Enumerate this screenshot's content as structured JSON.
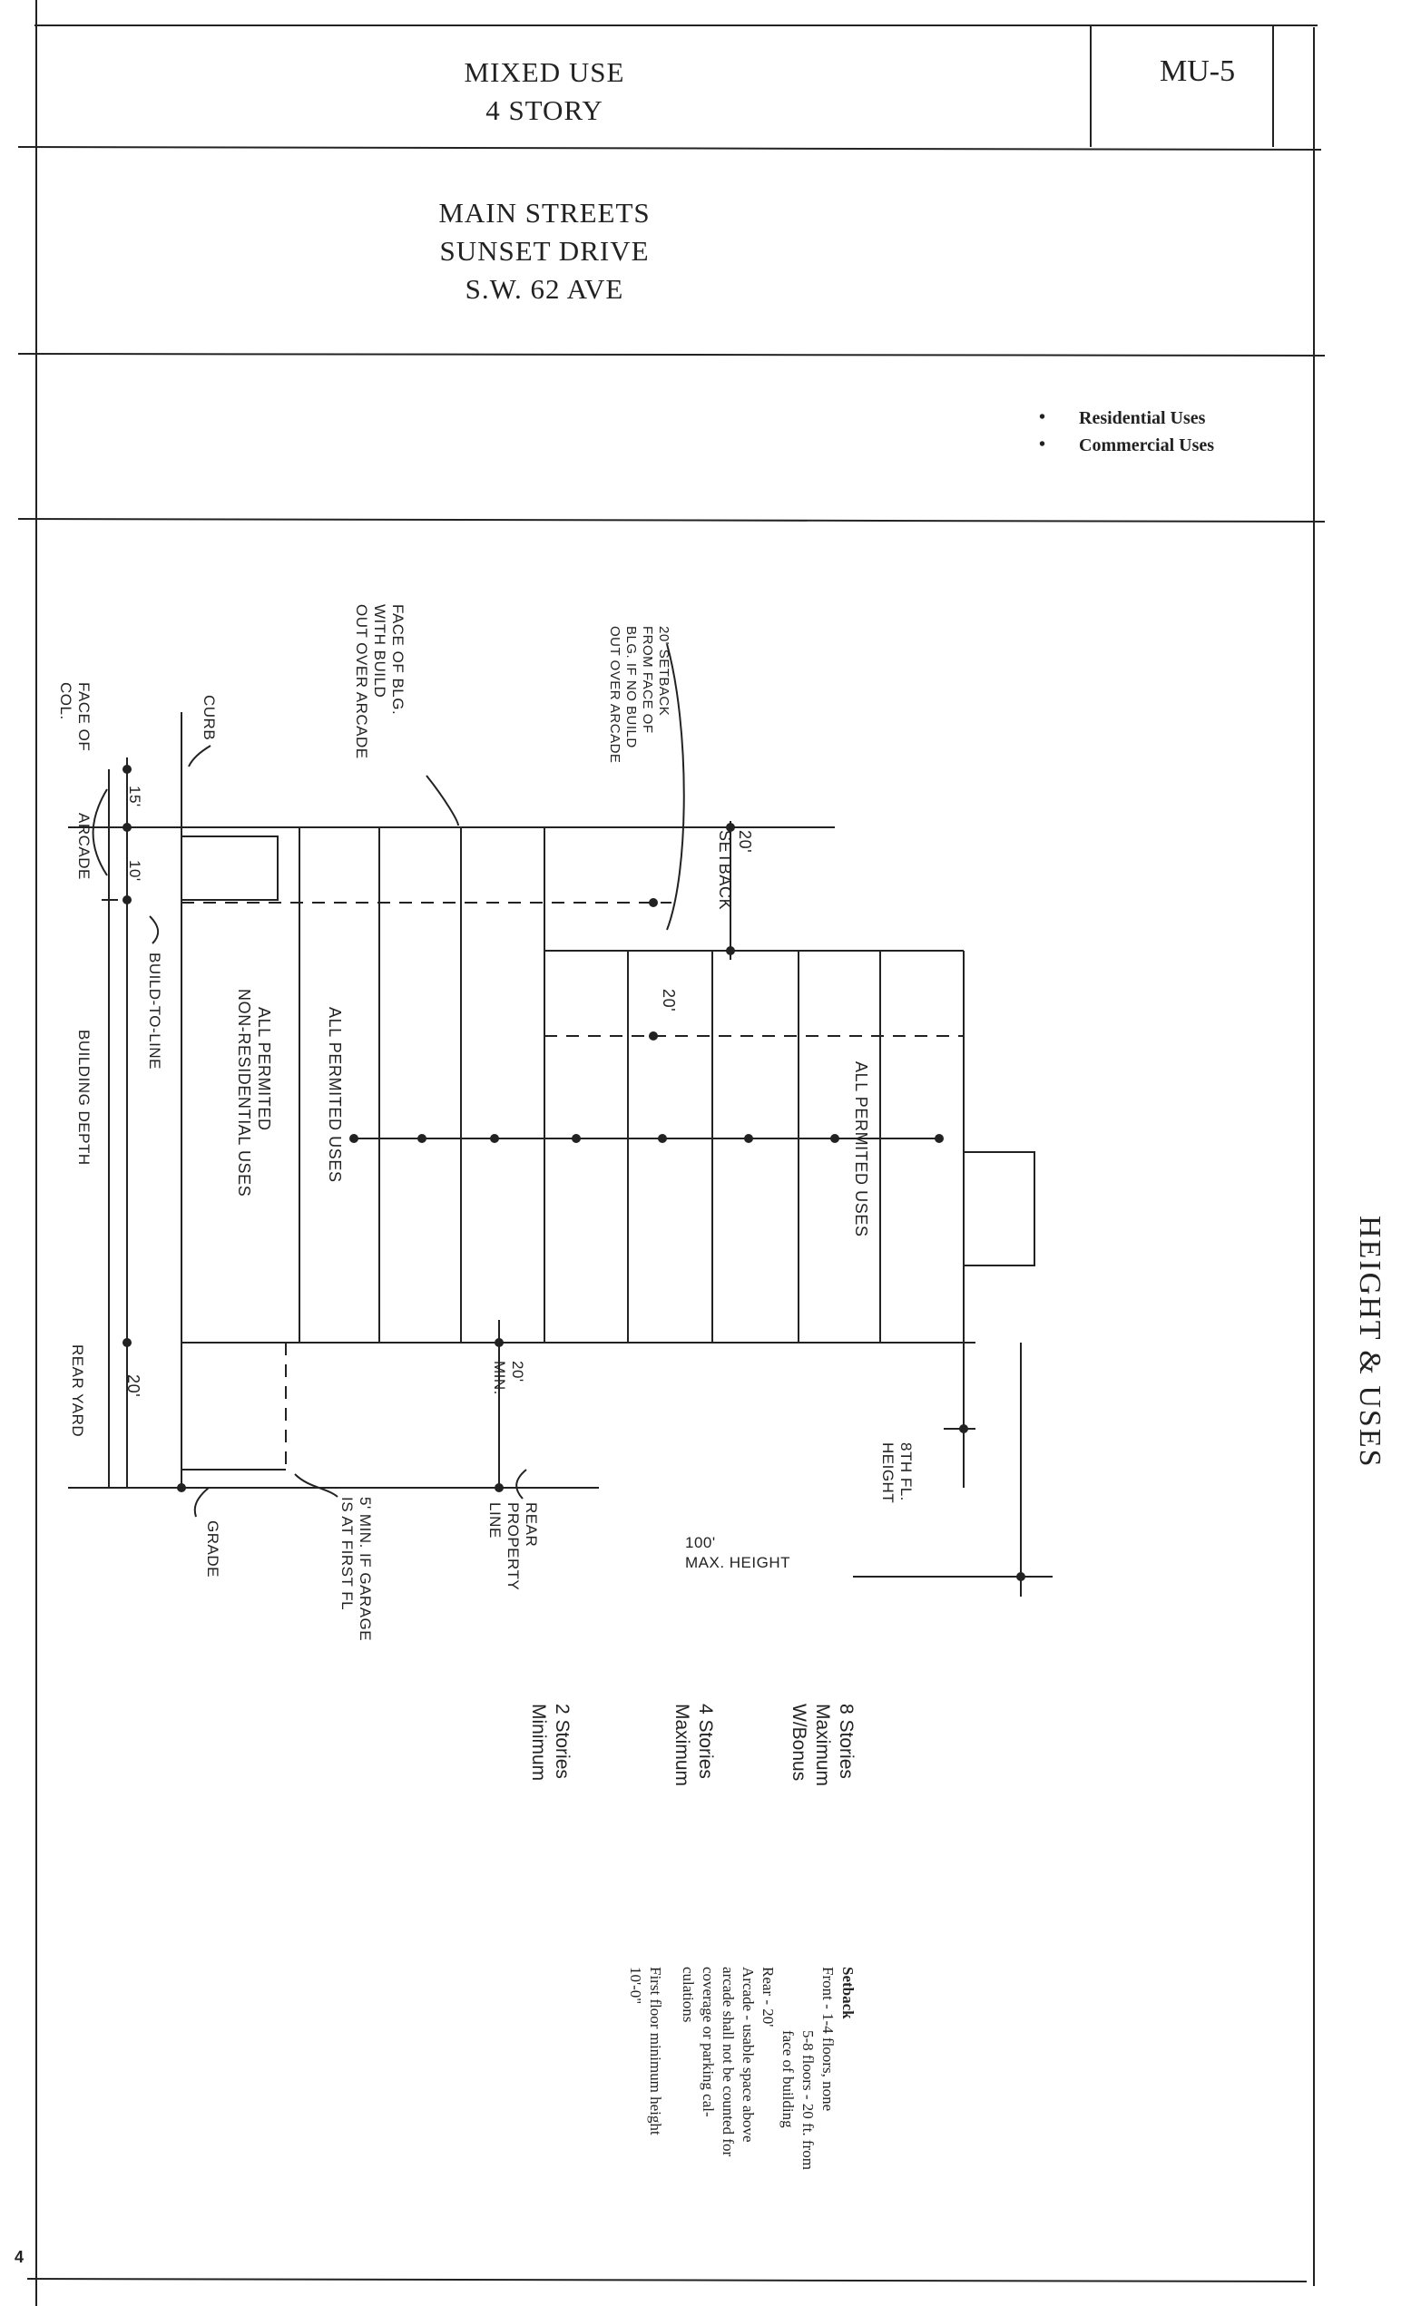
{
  "header": {
    "title_line1": "MIXED USE",
    "title_line2": "4 STORY",
    "code": "MU-5"
  },
  "streets": [
    "MAIN STREETS",
    "SUNSET DRIVE",
    "S.W. 62 AVE"
  ],
  "uses_list": [
    "Residential Uses",
    "Commercial Uses"
  ],
  "section_title": "HEIGHT & USES",
  "diagram_labels": {
    "face_of_col": [
      "FACE OF",
      "COL."
    ],
    "curb": "CURB",
    "face_of_blg": [
      "FACE OF BLG.",
      "WITH BUILD",
      "OUT OVER ARCADE"
    ],
    "setback_note": [
      "20' SETBACK",
      "FROM FACE OF",
      "BLG. IF NO BUILD",
      "OUT OVER ARCADE"
    ],
    "dim_15": "15'",
    "dim_10": "10'",
    "arcade": "ARCADE",
    "dim_20_setback": [
      "20'",
      "SETBACK"
    ],
    "dim_20_upper": "20'",
    "build_to_line": "BUILD-TO-LINE",
    "building_depth": "BUILDING DEPTH",
    "non_residential": [
      "ALL PERMITED",
      "NON-RESIDENTIAL USES"
    ],
    "all_permited_lower": "ALL PERMITED USES",
    "all_permited_upper": "ALL PERMITED USES",
    "rear_yard": "REAR YARD",
    "dim_20_rear": "20'",
    "grade": "GRADE",
    "garage_note": [
      "5' MIN. IF GARAGE",
      "IS AT FIRST FL"
    ],
    "dim_20_min": [
      "20'",
      "MIN."
    ],
    "rear_property": [
      "REAR",
      "PROPERTY",
      "LINE"
    ],
    "eighth_fl": [
      "8TH FL.",
      "HEIGHT"
    ],
    "max_height": [
      "100'",
      "MAX. HEIGHT"
    ]
  },
  "stories": {
    "minimum": [
      "2 Stories",
      "Minimum"
    ],
    "maximum": [
      "4 Stories",
      "Maximum"
    ],
    "bonus": [
      "8 Stories",
      "Maximum",
      "W/Bonus"
    ]
  },
  "notes": [
    "Setback",
    "Front - 1-4 floors, none",
    "5-8 floors - 20 ft. from",
    "face of building",
    "Rear - 20'",
    "Arcade - usable space above",
    "arcade shall not be counted for",
    "coverage or parking cal-",
    "culations",
    "First floor minimum height",
    "10'-0\""
  ],
  "page_number": "4"
}
